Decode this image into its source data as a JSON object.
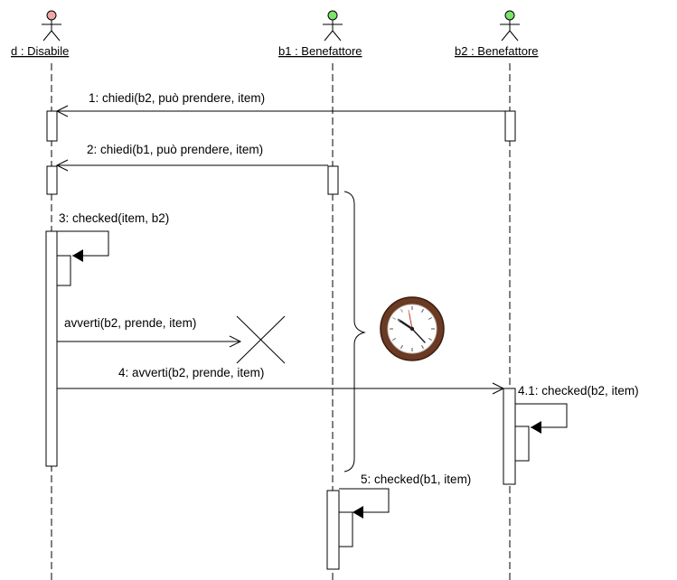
{
  "participants": [
    {
      "id": "d",
      "label": "d : Disabile",
      "head_color": "#f2a6a6"
    },
    {
      "id": "b1",
      "label": "b1 : Benefattore",
      "head_color": "#7ee36a"
    },
    {
      "id": "b2",
      "label": "b2 : Benefattore",
      "head_color": "#7ee36a"
    }
  ],
  "messages": [
    {
      "label": "1: chiedi(b2, può prendere, item)",
      "from": "b2",
      "to": "d"
    },
    {
      "label": "2: chiedi(b1, può prendere, item)",
      "from": "b1",
      "to": "d"
    },
    {
      "label": "3: checked(item, b2)",
      "from": "d",
      "to": "d"
    },
    {
      "label": "avverti(b2, prende, item)",
      "from": "d",
      "to": "lost"
    },
    {
      "label": "4: avverti(b2, prende, item)",
      "from": "d",
      "to": "b2"
    },
    {
      "label": "4.1: checked(b2, item)",
      "from": "b2",
      "to": "b2"
    },
    {
      "label": "5: checked(b1, item)",
      "from": "b1",
      "to": "b1"
    }
  ],
  "timeout_icon": "clock-icon"
}
